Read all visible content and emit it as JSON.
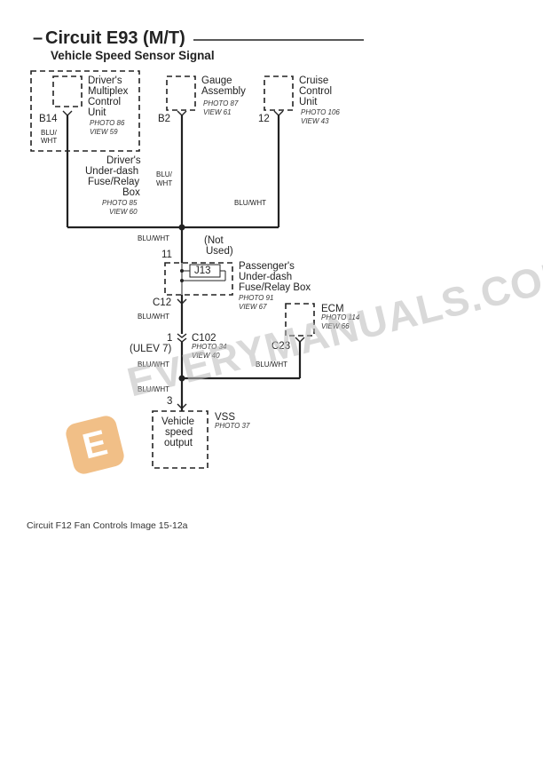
{
  "header": {
    "title_dash": "–",
    "title": "Circuit E93 (M/T)",
    "subtitle": "Vehicle Speed Sensor Signal"
  },
  "components": {
    "multiplex": {
      "name": [
        "Driver's",
        "Multiplex",
        "Control",
        "Unit"
      ],
      "photo": "PHOTO 86",
      "view": "VIEW 59",
      "pin": "B14"
    },
    "gauge": {
      "name": [
        "Gauge",
        "Assembly"
      ],
      "photo": "PHOTO 87",
      "view": "VIEW 61",
      "pin": "B2"
    },
    "cruise": {
      "name": [
        "Cruise",
        "Control",
        "Unit"
      ],
      "photo": "PHOTO 106",
      "view": "VIEW 43",
      "pin": "12"
    },
    "driver_fuse": {
      "name": [
        "Driver's",
        "Under-dash",
        "Fuse/Relay",
        "Box"
      ],
      "photo": "PHOTO 85",
      "view": "VIEW 60"
    },
    "pass_fuse": {
      "name": [
        "Passenger's",
        "Under-dash",
        "Fuse/Relay Box"
      ],
      "photo": "PHOTO 91",
      "view": "VIEW 67",
      "connector": "J13",
      "pin_top": "11",
      "pin_bottom": "C12"
    },
    "not_used": [
      "(Not",
      "Used)"
    ],
    "ecm": {
      "name": "ECM",
      "photo": "PHOTO 114",
      "view": "VIEW 66",
      "pin": "C23"
    },
    "c102": {
      "name": "C102",
      "pin": "1",
      "note": "(ULEV 7)",
      "photo": "PHOTO 34",
      "view": "VIEW 40"
    },
    "vss": {
      "name": "VSS",
      "photo": "PHOTO 37",
      "pin": "3",
      "inner": [
        "Vehicle",
        "speed",
        "output"
      ]
    }
  },
  "wires": {
    "multiplex_a": "BLU/",
    "multiplex_b": "WHT",
    "gauge_a": "BLU/",
    "gauge_b": "WHT",
    "cruise": "BLU/WHT",
    "junction": "BLU/WHT",
    "c12": "BLU/WHT",
    "c102": "BLU/WHT",
    "ecm": "BLU/WHT",
    "vss": "BLU/WHT"
  },
  "watermark": {
    "text": "EVERYMANUALS.COM",
    "logo_letter": "E"
  },
  "caption": "Circuit F12 Fan Controls Image 15-12a"
}
